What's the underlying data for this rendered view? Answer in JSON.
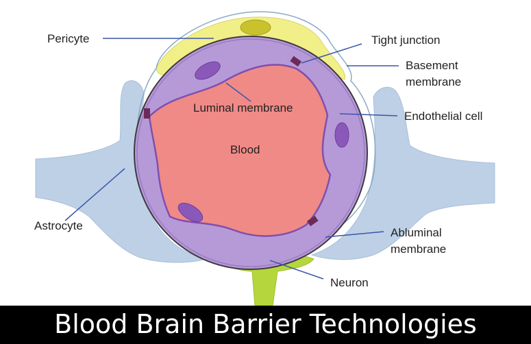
{
  "labels": {
    "pericyte": "Pericyte",
    "tight_junction": "Tight junction",
    "basement_membrane_line1": "Basement",
    "basement_membrane_line2": "membrane",
    "luminal_membrane": "Luminal membrane",
    "endothelial_cell": "Endothelial cell",
    "blood": "Blood",
    "astrocyte": "Astrocyte",
    "abluminal_membrane_line1": "Abluminal",
    "abluminal_membrane_line2": "membrane",
    "neuron": "Neuron"
  },
  "banner": {
    "title": "Blood Brain Barrier Technologies"
  },
  "colors": {
    "blood": "#f08a86",
    "endothelium": "#b69ad8",
    "endothelium_nucleus": "#8a58b8",
    "pericyte": "#f1ef88",
    "pericyte_nucleus": "#c9c22c",
    "astrocyte": "#bdd0e6",
    "neuron": "#b6d63e",
    "tight_junction": "#6b2a58",
    "leader_line": "#3a56a8",
    "banner_bg": "#000000"
  }
}
